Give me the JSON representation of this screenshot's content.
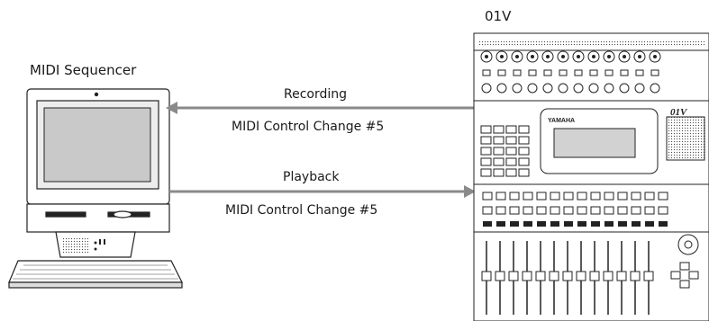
{
  "devices": {
    "sequencer": {
      "label": "MIDI Sequencer"
    },
    "console": {
      "label": "01V",
      "logo": "YAMAHA",
      "model_badge": "01V"
    }
  },
  "arrows": {
    "recording": {
      "label": "Recording",
      "message": "MIDI Control Change #5",
      "direction": "console-to-sequencer"
    },
    "playback": {
      "label": "Playback",
      "message": "MIDI Control Change #5",
      "direction": "sequencer-to-console"
    }
  },
  "colors": {
    "arrow": "#8a8a8a",
    "line": "#222222"
  }
}
